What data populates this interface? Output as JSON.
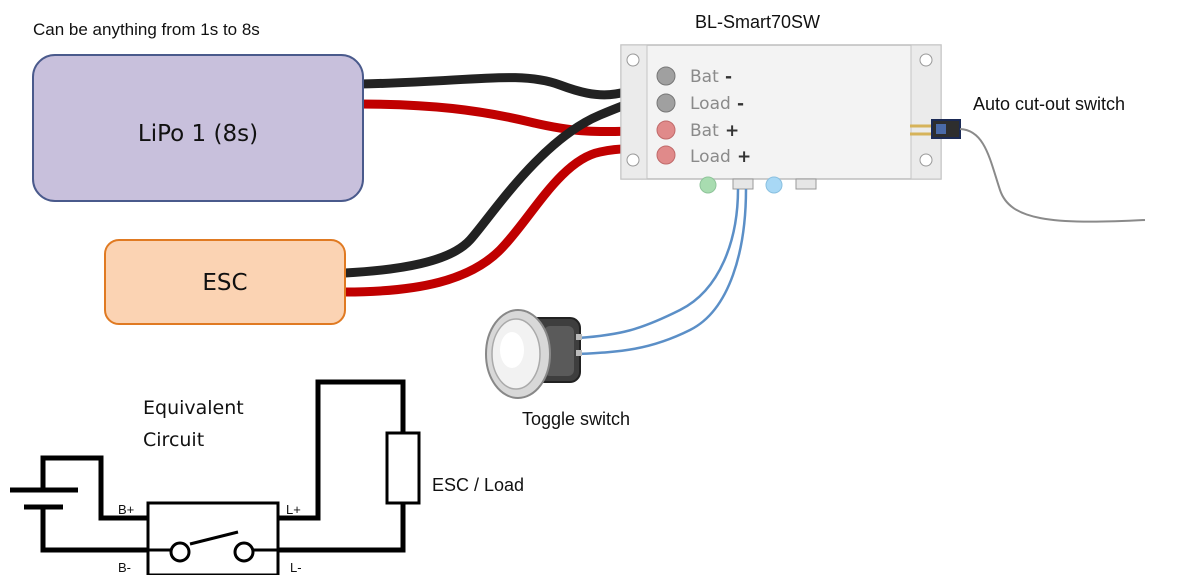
{
  "captions": {
    "battery_range": "Can be anything from 1s to 8s",
    "module_name": "BL-Smart70SW",
    "auto_cutout": "Auto cut-out switch",
    "toggle_switch": "Toggle switch",
    "equivalent_line1": "Equivalent",
    "equivalent_line2": "Circuit",
    "esc_load": "ESC / Load"
  },
  "battery": {
    "label": "LiPo 1 (8s)",
    "fill": "#c8c0dc",
    "stroke": "#4a5a8c"
  },
  "esc": {
    "label": "ESC",
    "fill": "#fbd3b3",
    "stroke": "#e07a22"
  },
  "module_terminals": [
    {
      "name": "Bat",
      "sign": "-"
    },
    {
      "name": "Load",
      "sign": "-"
    },
    {
      "name": "Bat",
      "sign": "+"
    },
    {
      "name": "Load",
      "sign": "+"
    }
  ],
  "circuit_labels": {
    "b_plus": "B+",
    "b_minus": "B-",
    "l_plus": "L+",
    "l_minus": "L-"
  },
  "colors": {
    "wire_negative": "#222222",
    "wire_positive": "#c00000",
    "signal_wire": "#5b8fc7",
    "led_green": "#a8dcb0",
    "led_blue": "#a8d8f5"
  }
}
